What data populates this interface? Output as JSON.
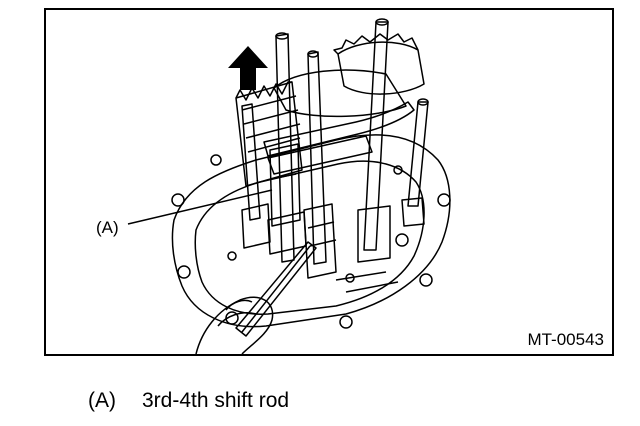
{
  "figure": {
    "callout": "(A)",
    "code": "MT-00543",
    "arrow": "up-arrow"
  },
  "caption": {
    "key": "(A)",
    "text": "3rd-4th shift rod"
  },
  "colors": {
    "line": "#000000",
    "background": "#ffffff"
  }
}
